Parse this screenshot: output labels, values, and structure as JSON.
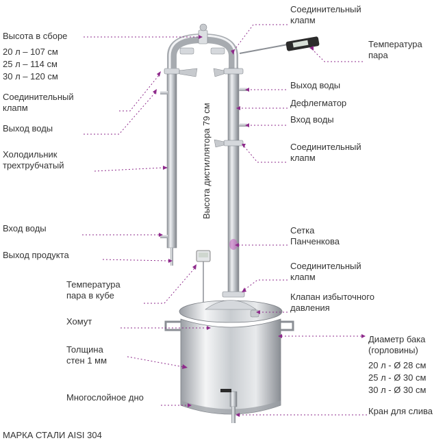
{
  "colors": {
    "accent": "#8e2a8b",
    "text": "#333333",
    "steel": "#bfc3c8"
  },
  "labels": {
    "height_assembled": "Высота в сборе",
    "height_sizes": "20 л – 107 см\n25 л – 114 см\n30 л – 120 см",
    "clamp_left": "Соединительный\nклапм",
    "water_out_left": "Выход воды",
    "condenser": "Холодильник\nтрехтрубчатый",
    "water_in_left": "Вход воды",
    "product_out": "Выход продукта",
    "temp_cube": "Температура\nпара в кубе",
    "clamp_ring": "Хомут",
    "wall_thickness": "Толщина\nстен 1 мм",
    "multilayer_bottom": "Многослойное дно",
    "steel_grade": "МАРКА СТАЛИ AISI 304",
    "clamp_top": "Соединительный\nклапм",
    "temp_vapor": "Температура\nпара",
    "water_out_right": "Выход воды",
    "dephlegmator": "Дефлегматор",
    "water_in_right": "Вход воды",
    "clamp_right_mid": "Соединительный\nклапм",
    "panchenkov_mesh": "Сетка\nПанченкова",
    "clamp_right_low": "Соединительный\nклапм",
    "pressure_valve": "Клапан избыточного\nдавления",
    "tank_diameter": "Диаметр бака\n(горловины)",
    "tank_sizes": "20 л - Ø 28 см\n25 л - Ø 30 см\n30 л - Ø 30 см",
    "drain_tap": "Кран для слива",
    "distiller_height": "Высота дистиллятора 79 см"
  }
}
